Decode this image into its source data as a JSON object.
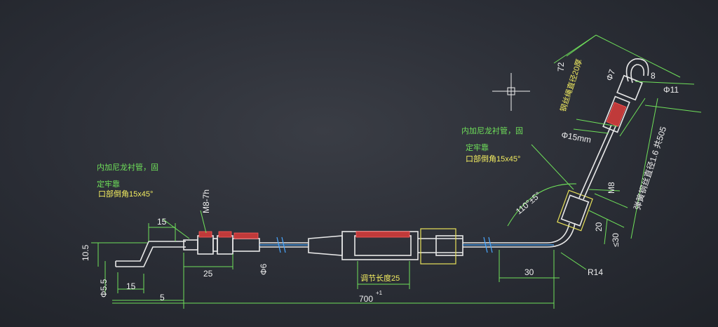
{
  "cad_view": {
    "notes": {
      "left_note_line1": "内加尼龙衬管，固",
      "left_note_line2": "定牢靠",
      "left_note_line3": "口部倒角15x45°",
      "right_note_line1": "内加尼龙衬管，固",
      "right_note_line2": "定牢靠",
      "right_note_line3": "口部倒角15x45°",
      "adjust_label": "调节长度25",
      "vertical_note_1": "钢丝绳直径20厚",
      "vertical_note_2": "弹簧钢丝直径1.6 共505"
    },
    "dimensions": {
      "d15_top": "15",
      "d15_bottom": "15",
      "d10_5": "10.5",
      "d5_5": "Φ5.5",
      "m8_7h": "M8-7h",
      "d25": "25",
      "d6": "Φ6",
      "d5": "5",
      "d700": "700",
      "d700_tol": "+1",
      "d30_bottom": "30",
      "r14": "R14",
      "angle": "110°±5°",
      "d20": "20",
      "d30_right": "≤30",
      "m8_right": "M8",
      "d15mm": "Φ15mm",
      "d72": "72",
      "d7": "Φ7",
      "d11": "Φ11",
      "d8": "8"
    }
  }
}
